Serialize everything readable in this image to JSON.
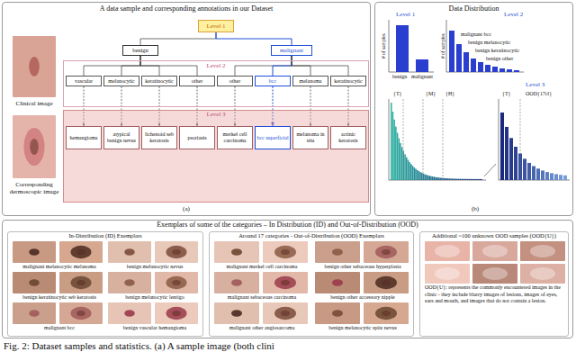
{
  "diagram": {
    "caption": "Fig. 2: Dataset samples and statistics. (a) A sample image (both clini",
    "nodes": [
      {
        "text": [
          "A data sample and corresponding annotations in our Dataset"
        ]
      },
      {
        "text": [
          "Level 1"
        ],
        "in": 0
      },
      {
        "text": [
          "benign"
        ],
        "in": 0
      },
      {
        "text": [
          "malignant"
        ],
        "in": 0
      },
      {
        "text": [
          "Level 2"
        ],
        "in": 0
      },
      {
        "text": [
          "vascular"
        ],
        "in": 4
      },
      {
        "text": [
          "melanocytic"
        ],
        "in": 4
      },
      {
        "text": [
          "keratinocytic"
        ],
        "in": 4
      },
      {
        "text": [
          "other"
        ],
        "in": 4
      },
      {
        "text": [
          "other"
        ],
        "in": 4
      },
      {
        "text": [
          "bcc"
        ],
        "in": 4
      },
      {
        "text": [
          "melanoma"
        ],
        "in": 4
      },
      {
        "text": [
          "keratinocytic"
        ],
        "in": 4
      },
      {
        "text": [
          "Level 3"
        ],
        "in": 0
      },
      {
        "text": [
          "hemangioma"
        ],
        "in": 13
      },
      {
        "text": [
          "atypical benign nevus"
        ],
        "in": 13
      },
      {
        "text": [
          "lichenoid seb keratosis"
        ],
        "in": 13
      },
      {
        "text": [
          "psoriasis"
        ],
        "in": 13
      },
      {
        "text": [
          "merkel cell carcinoma"
        ],
        "in": 13
      },
      {
        "text": [
          "bcc superficial"
        ],
        "in": 13
      },
      {
        "text": [
          "melanoma in situ"
        ],
        "in": 13
      },
      {
        "text": [
          "actinic keratosis"
        ],
        "in": 13
      },
      {
        "text": [
          "Data Distribution"
        ]
      },
      {
        "text": [
          "Exemplars of some of the categories – In Distribution (ID) and Out-of-Distribution (OOD)"
        ]
      },
      {
        "text": [
          "In-Distribution (ID) Exemplars"
        ],
        "in": 23
      },
      {
        "text": [
          "Around 17 categories - Out-of-Distribution (OOD) Exemplars"
        ],
        "in": 23
      },
      {
        "text": [
          "Additional ~100 unknown OOD samples (OOD{U})",
          "OOD{U}: represents the commonly encountered images in the clinic - they include blurry images of lesions, images of eyes, ears and mouth, and images that do not contain a lesion."
        ],
        "in": 23
      }
    ],
    "edges": [
      {
        "from": 1,
        "to": 2,
        "arrow": "none"
      },
      {
        "from": 1,
        "to": 3,
        "arrow": "none"
      },
      {
        "from": 2,
        "to": 5,
        "arrow": "none"
      },
      {
        "from": 2,
        "to": 6,
        "arrow": "none"
      },
      {
        "from": 2,
        "to": 7,
        "arrow": "none"
      },
      {
        "from": 2,
        "to": 8,
        "arrow": "none"
      },
      {
        "from": 3,
        "to": 9,
        "arrow": "none"
      },
      {
        "from": 3,
        "to": 10,
        "arrow": "none"
      },
      {
        "from": 3,
        "to": 11,
        "arrow": "none"
      },
      {
        "from": 3,
        "to": 12,
        "arrow": "none"
      },
      {
        "from": 5,
        "to": 14,
        "arrow": "to"
      },
      {
        "from": 6,
        "to": 15,
        "arrow": "to"
      },
      {
        "from": 7,
        "to": 16,
        "arrow": "to"
      },
      {
        "from": 8,
        "to": 17,
        "arrow": "to"
      },
      {
        "from": 9,
        "to": 18,
        "arrow": "to"
      },
      {
        "from": 10,
        "to": 19,
        "arrow": "to"
      },
      {
        "from": 11,
        "to": 20,
        "arrow": "to"
      },
      {
        "from": 12,
        "to": 21,
        "arrow": "to"
      }
    ],
    "labels": [
      "Clinical image",
      "Corresponding dermoscopic image",
      "Level 1",
      "Level 2",
      "benign",
      "malignant",
      "malignant bcc",
      "benign melanocytic",
      "benign keratinocytic",
      "benign other",
      "# of samples",
      "# of samples",
      "Level 3",
      "{T}",
      "{M}",
      "{H}",
      "{T}",
      "OOD{17cl}",
      "malignant melanocytic melanoma",
      "benign melanocytic nevus",
      "benign keratinocytic seb keratosis",
      "benign melanocytic lentigo",
      "malignant bcc",
      "benign vascular hemangioma",
      "malignant merkel cell carcinoma",
      "benign other sebaceous hyperplasia",
      "malignant sebaceous carcinoma",
      "benign other accessory nipple",
      "malignant other angiosarcoma",
      "benign melanocytic spitz nevus",
      "(a)",
      "(b)"
    ]
  }
}
